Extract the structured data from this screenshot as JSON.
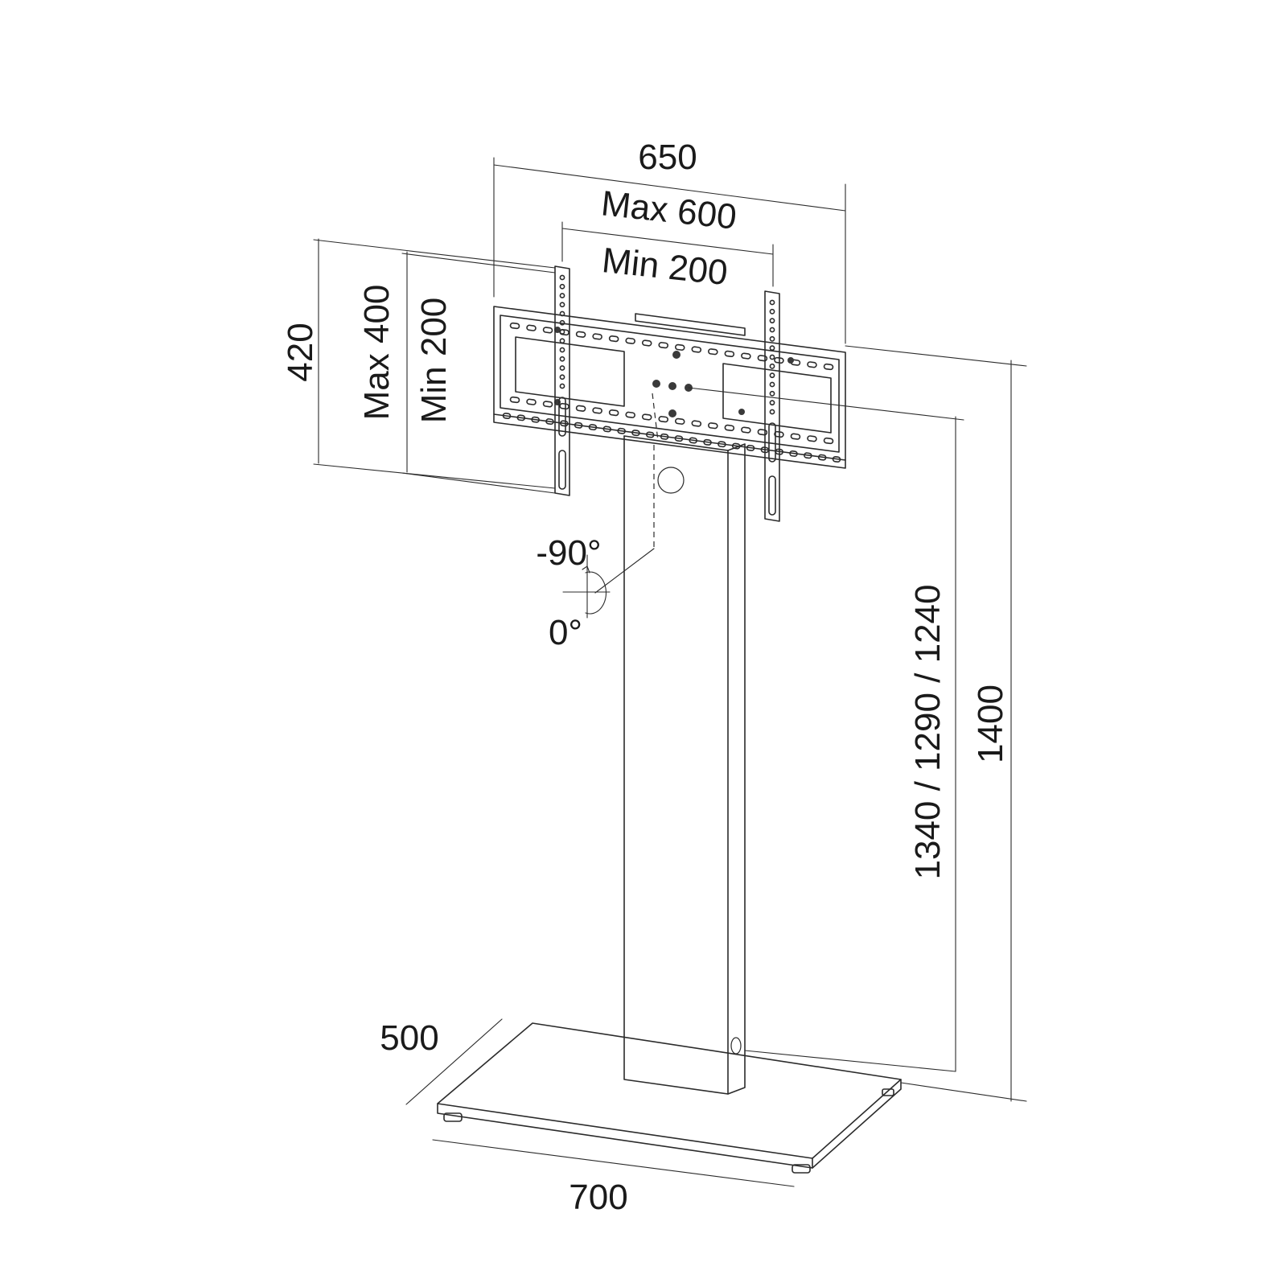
{
  "dimensions": {
    "plate_width": "650",
    "vesa_max_width": "Max 600",
    "vesa_min_width": "Min 200",
    "plate_height": "420",
    "vesa_max_height": "Max 400",
    "vesa_min_height": "Min 200",
    "tilt_top": "-90°",
    "tilt_bottom": "0°",
    "height_positions": "1340 / 1290 / 1240",
    "total_height": "1400",
    "base_depth": "500",
    "base_width": "700"
  }
}
